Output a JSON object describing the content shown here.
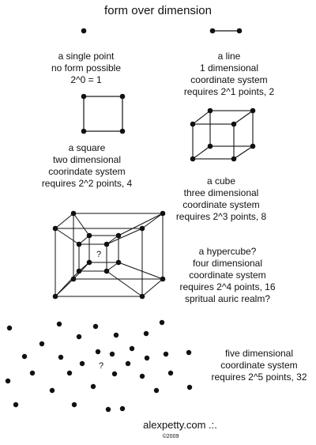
{
  "title": "form over dimension",
  "point": {
    "lines": [
      "a single point",
      "no form possible",
      "2^0 = 1"
    ]
  },
  "line": {
    "lines": [
      "a line",
      "1 dimensional",
      "coordinate system",
      "requires 2^1 points, 2"
    ]
  },
  "square": {
    "lines": [
      "a square",
      "two dimensional",
      "coorindate system",
      "requires 2^2 points, 4"
    ]
  },
  "cube": {
    "lines": [
      "a cube",
      "three dimensional",
      "coordinate system",
      "requires 2^3 points, 8"
    ]
  },
  "hypercube": {
    "lines": [
      "a hypercube?",
      "four dimensional",
      "coordinate system",
      "requires 2^4 points, 16",
      "spritual auric realm?"
    ],
    "center_mark": "?"
  },
  "five_d": {
    "lines": [
      "five dimensional",
      "coordinate system",
      "requires 2^5 points, 32"
    ],
    "center_mark": "?"
  },
  "footer": {
    "site": "alexpetty.com .:.",
    "copyright": "©2009"
  },
  "colors": {
    "ink": "#111111",
    "background": "#ffffff"
  }
}
